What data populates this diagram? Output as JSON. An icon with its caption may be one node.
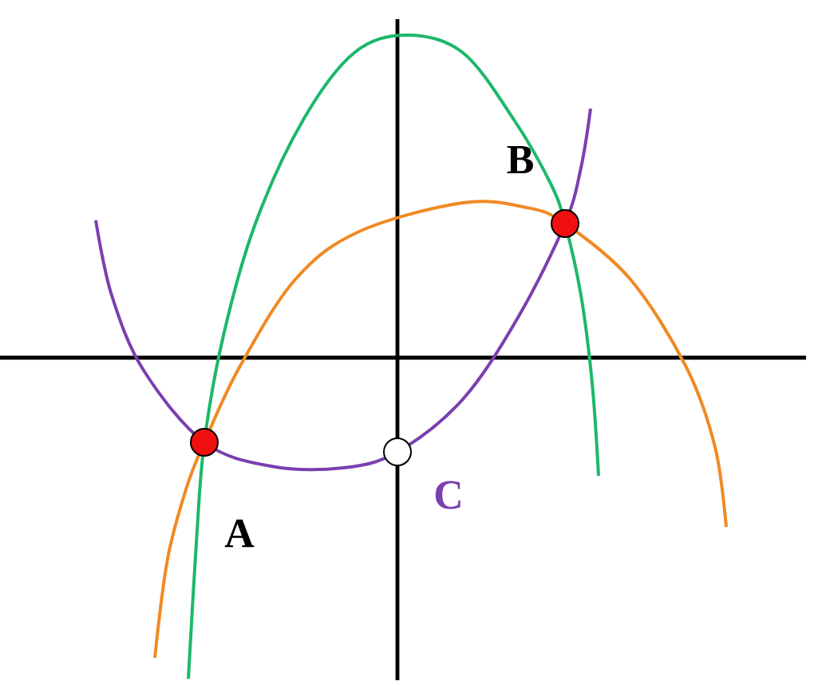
{
  "diagram": {
    "nodes": [
      {
        "text": [],
        "shape": "circle",
        "beside": [
          "A"
        ]
      },
      {
        "text": [],
        "shape": "circle",
        "beside": [
          "B"
        ]
      },
      {
        "text": [],
        "shape": "circle",
        "beside": [
          "C"
        ]
      }
    ]
  }
}
